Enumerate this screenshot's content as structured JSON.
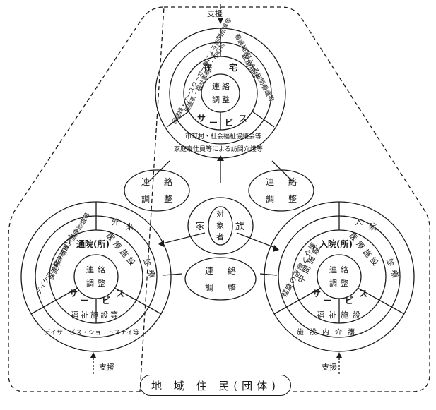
{
  "support_label": "支援",
  "coordination": [
    "連",
    "絡",
    "調",
    "整"
  ],
  "family_center": {
    "left": "家",
    "right": "族",
    "target": [
      "対",
      "象",
      "者"
    ]
  },
  "community": "地 域 住 民(団体)",
  "home_service": {
    "hub_a": "在",
    "hub_b": "宅",
    "hub_c": "サ",
    "hub_d": "ー",
    "hub_e": "ビ",
    "hub_f": "ス",
    "left_inner": "健康系・福祉事務所・市町村",
    "left_outer": "保健婦・ケースワーカー等による訪問指導等",
    "right_inner": "医療施設",
    "right_outer": "看護婦等による訪問看護等",
    "bottom_inner": "市町村・社会福祉協議会等",
    "bottom_outer": "家庭奉仕員等による訪問介護等"
  },
  "outpatient_service": {
    "hub_top": "通院(所)",
    "hub_a": "サ",
    "hub_b": "ー",
    "hub_c": "ビ",
    "hub_d": "ス",
    "left_inner": "保健所・市町村",
    "left_outer": "デイケア・健康教育・健康診査等",
    "right_inner_a": "外",
    "right_inner_b": "来",
    "right_middle": "医療施設",
    "right_outer": "診療",
    "bottom_inner": "福祉施設等",
    "bottom_outer": "デイサービス・ショートステイ等"
  },
  "inpatient_service": {
    "hub_top": "入院(所)",
    "hub_a": "サ",
    "hub_b": "ー",
    "hub_c": "ビ",
    "hub_d": "ス",
    "left_inner": "中間施設",
    "left_outer": "軽度の医療と介護",
    "right_inner_a": "入",
    "right_inner_b": "院",
    "right_middle": "医療施設",
    "right_outer": "診療",
    "bottom_inner": "福祉施設",
    "bottom_outer": "施設内介護"
  }
}
